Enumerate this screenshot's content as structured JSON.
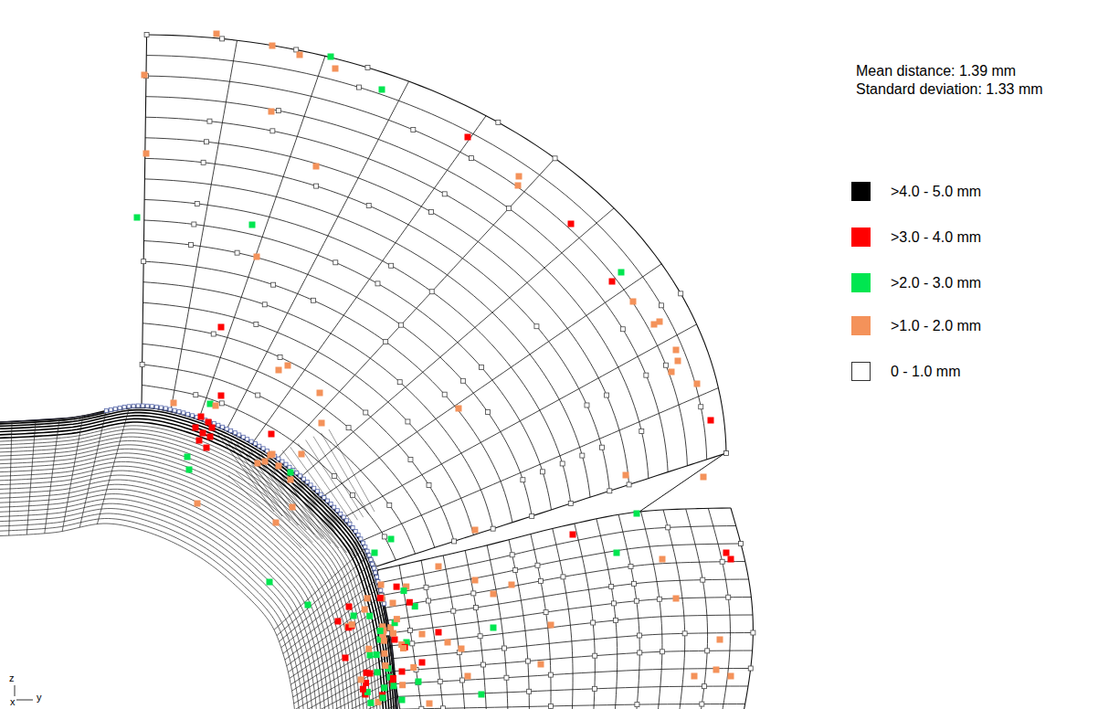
{
  "diagram": {
    "labels": [
      "Mean distance: 1.39 mm",
      "Standard deviation: 1.33 mm",
      "z",
      "y",
      "x"
    ],
    "legend": [
      {
        "text": ">4.0 - 5.0 mm",
        "color": "#000000"
      },
      {
        "text": ">3.0 - 4.0 mm",
        "color": "#ff0000"
      },
      {
        "text": ">2.0 - 3.0 mm",
        "color": "#00e650"
      },
      {
        "text": ">1.0 - 2.0 mm",
        "color": "#f4925a"
      },
      {
        "text": "0 - 1.0 mm",
        "color": "#ffffff"
      }
    ]
  }
}
